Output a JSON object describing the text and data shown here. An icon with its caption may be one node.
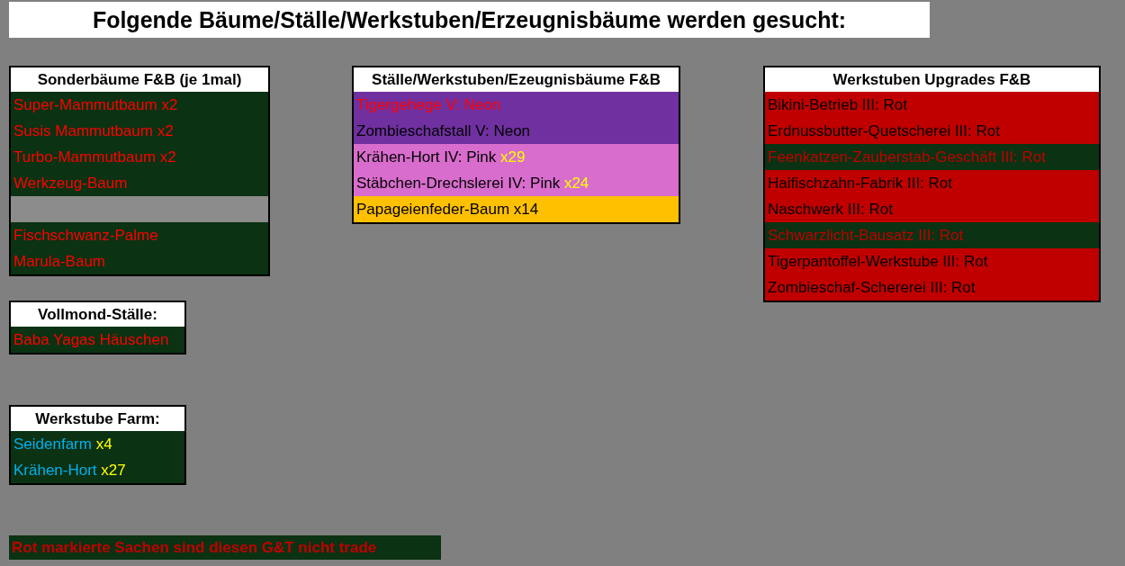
{
  "diagram": {
    "title": "Folgende Bäume/Ställe/Werkstuben/Erzeugnisbäume werden gesucht:",
    "nodes": [
      {
        "text": [
          "Sonderbäume F&B (je 1mal)"
        ]
      },
      {
        "text": [
          "Super-Mammutbaum x2"
        ],
        "in": 0
      },
      {
        "text": [
          "Susis Mammutbaum x2"
        ],
        "in": 0
      },
      {
        "text": [
          "Turbo-Mammutbaum x2"
        ],
        "in": 0
      },
      {
        "text": [
          "Werkzeug-Baum"
        ],
        "in": 0
      },
      {
        "text": [],
        "shape": "bar",
        "in": 0
      },
      {
        "text": [
          "Fischschwanz-Palme"
        ],
        "in": 0
      },
      {
        "text": [
          "Marula-Baum"
        ],
        "in": 0
      },
      {
        "text": [
          "Ställe/Werkstuben/Ezeugnisbäume F&B"
        ]
      },
      {
        "text": [
          "Tigergehege V: Neon"
        ],
        "in": 8
      },
      {
        "text": [
          "Zombieschafstall V: Neon"
        ],
        "in": 8
      },
      {
        "text": [
          "Krähen-Hort IV: Pink",
          "x29"
        ],
        "in": 8
      },
      {
        "text": [
          "Stäbchen-Drechslerei IV: Pink",
          "x24"
        ],
        "in": 8
      },
      {
        "text": [
          "Papageienfeder-Baum x14"
        ],
        "in": 8
      },
      {
        "text": [
          "Werkstuben Upgrades F&B"
        ]
      },
      {
        "text": [
          "Bikini-Betrieb III: Rot"
        ],
        "in": 14
      },
      {
        "text": [
          "Erdnussbutter-Quetscherei III: Rot"
        ],
        "in": 14
      },
      {
        "text": [
          "Feenkatzen-Zauberstab-Geschäft III: Rot"
        ],
        "in": 14
      },
      {
        "text": [
          "Haifischzahn-Fabrik III: Rot"
        ],
        "in": 14
      },
      {
        "text": [
          "Naschwerk III: Rot"
        ],
        "in": 14
      },
      {
        "text": [
          "Schwarzlicht-Bausatz III: Rot"
        ],
        "in": 14
      },
      {
        "text": [
          "Tigerpantoffel-Werkstube III: Rot"
        ],
        "in": 14
      },
      {
        "text": [
          "Zombieschaf-Schererei III: Rot"
        ],
        "in": 14
      },
      {
        "text": [
          "Vollmond-Ställe:"
        ]
      },
      {
        "text": [
          "Baba Yagas Häuschen"
        ],
        "in": 23
      },
      {
        "text": [
          "Werkstube Farm:"
        ]
      },
      {
        "text": [
          "Seidenfarm",
          "x4"
        ],
        "in": 25
      },
      {
        "text": [
          "Krähen-Hort",
          "x27"
        ],
        "in": 25
      },
      {
        "text": [
          "Rot markierte Sachen sind diesen G&T nicht trade"
        ]
      }
    ]
  }
}
